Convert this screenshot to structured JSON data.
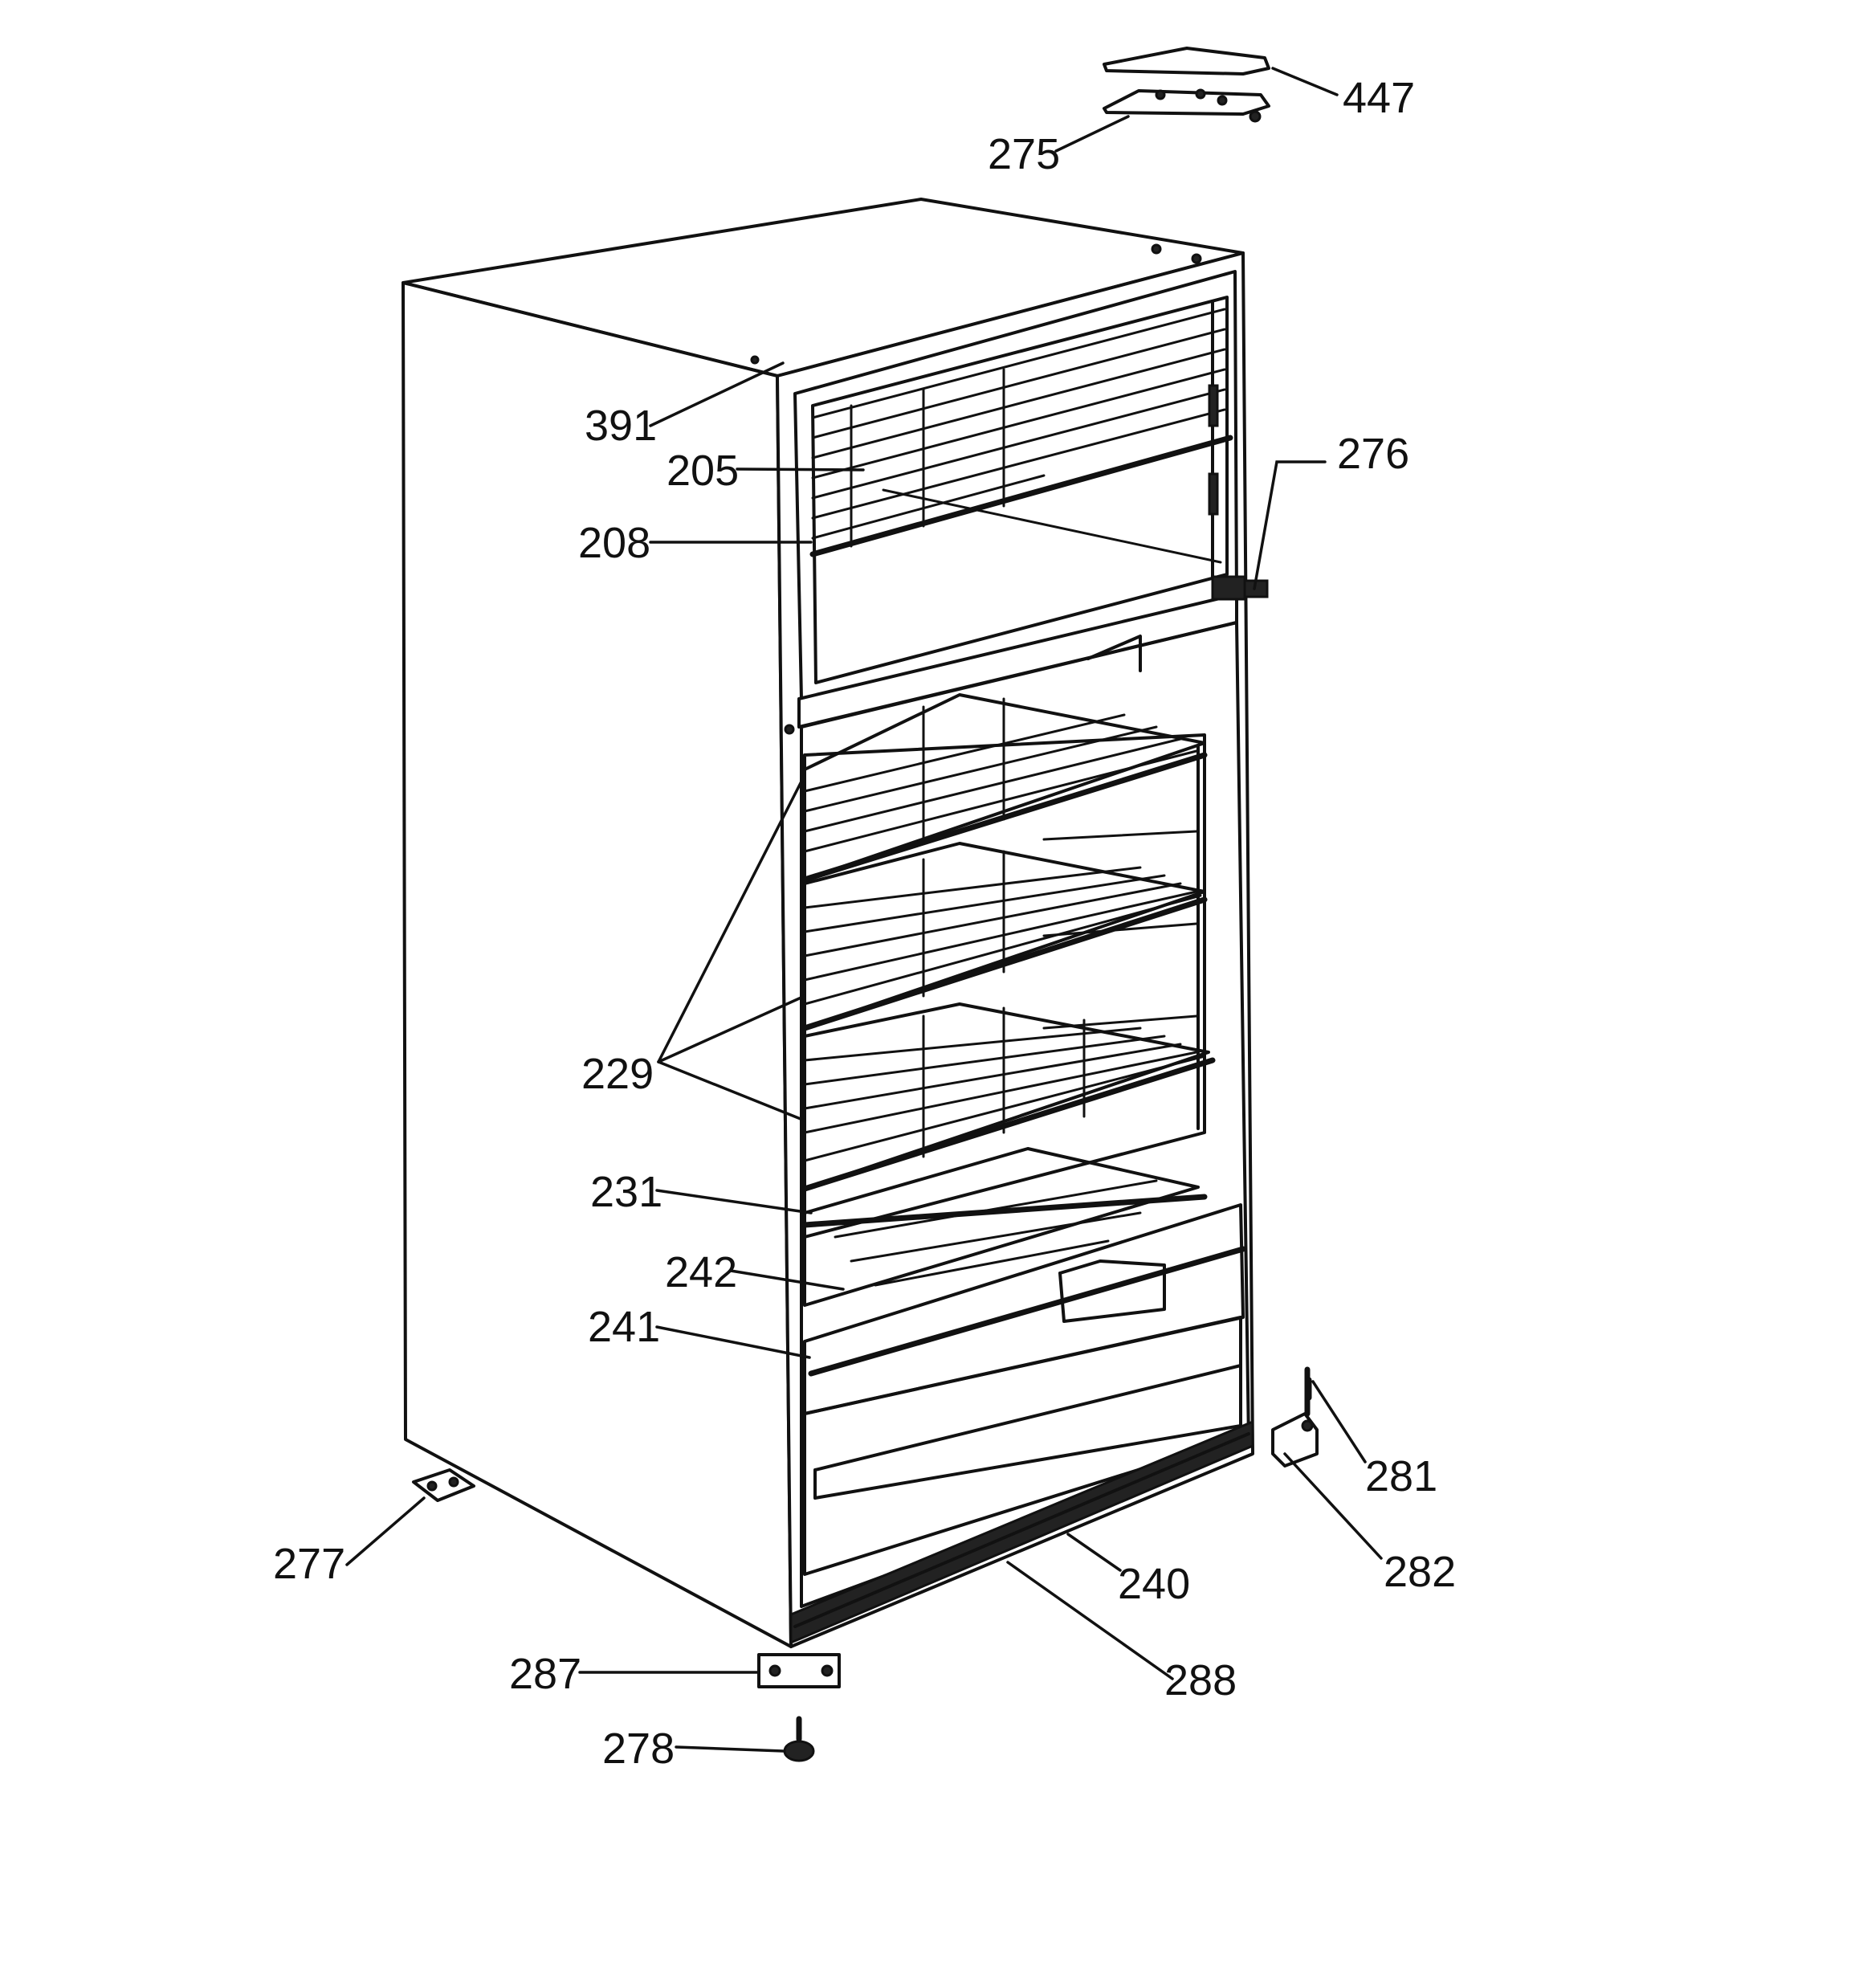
{
  "title": "",
  "callouts": [
    {
      "id": "447",
      "text": "447"
    },
    {
      "id": "275",
      "text": "275"
    },
    {
      "id": "276",
      "text": "276"
    },
    {
      "id": "391",
      "text": "391"
    },
    {
      "id": "205",
      "text": "205"
    },
    {
      "id": "208",
      "text": "208"
    },
    {
      "id": "229",
      "text": "229"
    },
    {
      "id": "231",
      "text": "231"
    },
    {
      "id": "242",
      "text": "242"
    },
    {
      "id": "241",
      "text": "241"
    },
    {
      "id": "281",
      "text": "281"
    },
    {
      "id": "282",
      "text": "282"
    },
    {
      "id": "277",
      "text": "277"
    },
    {
      "id": "240",
      "text": "240"
    },
    {
      "id": "287",
      "text": "287"
    },
    {
      "id": "288",
      "text": "288"
    },
    {
      "id": "278",
      "text": "278"
    }
  ]
}
